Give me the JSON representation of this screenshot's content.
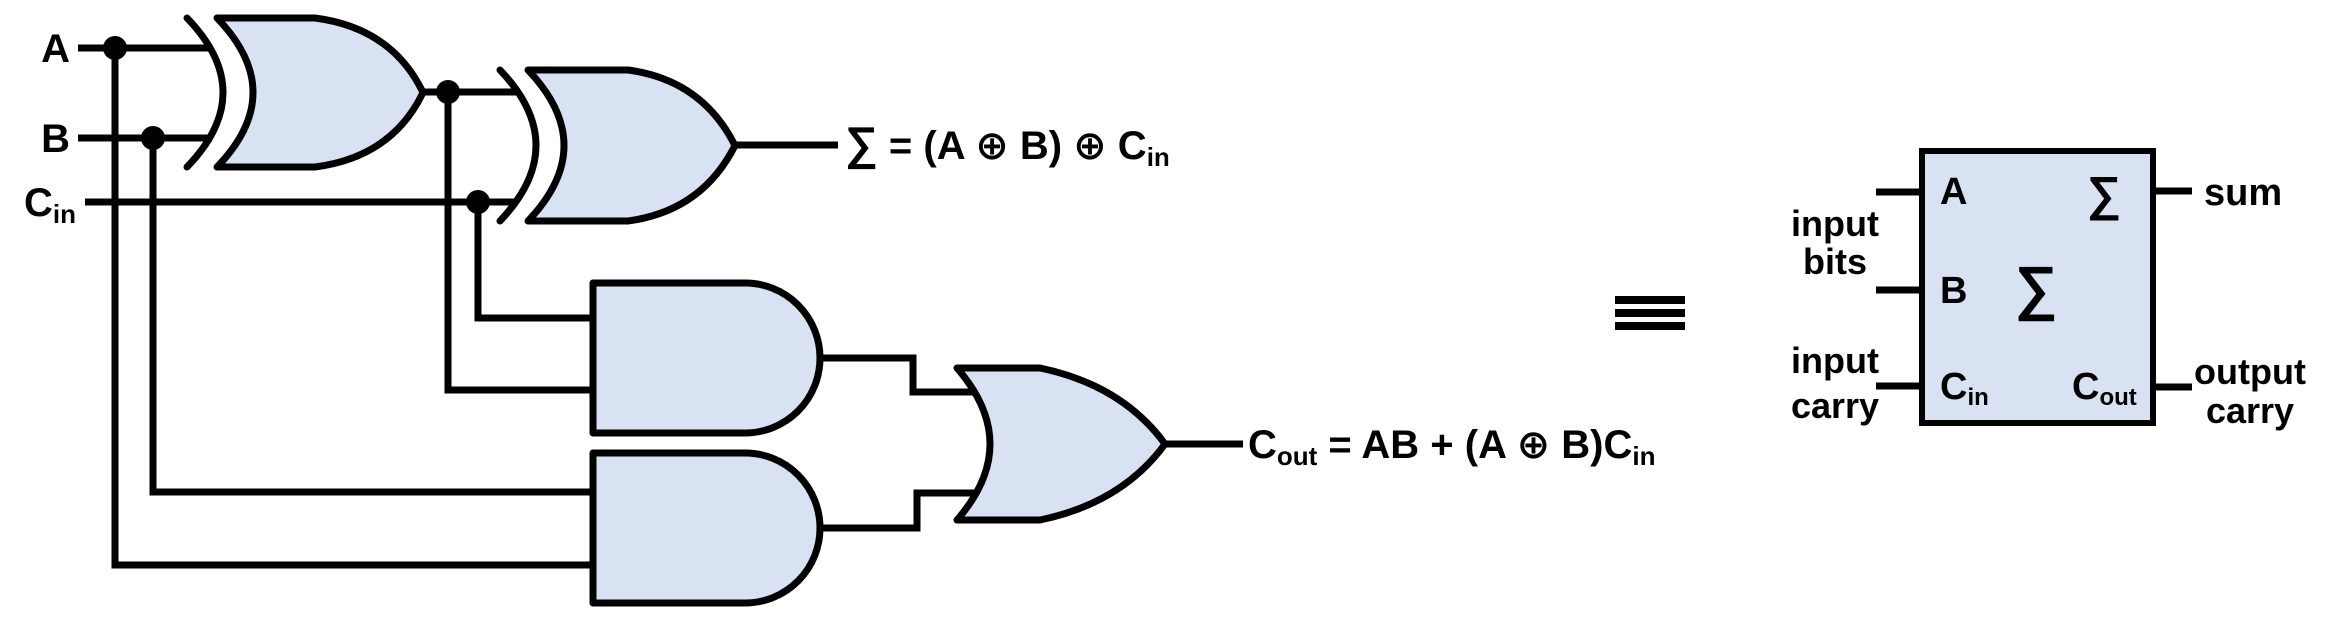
{
  "colors": {
    "background": "#ffffff",
    "gate_fill": "#d9e2f3",
    "stroke": "#000000",
    "text": "#000000"
  },
  "inputs": {
    "a_label": "A",
    "b_label": "B",
    "cin_base": "C",
    "cin_sub": "in"
  },
  "sum_equation": {
    "sigma": "∑",
    "body": " = (A ⊕ B) ⊕ C",
    "sub": "in"
  },
  "cout_equation": {
    "base": "C",
    "base_sub": "out",
    "body": " = AB + (A ⊕ B)C",
    "sub": "in"
  },
  "equivalence_symbol": "≡",
  "gates": {
    "xor1": "XOR",
    "xor2": "XOR",
    "and1": "AND",
    "and2": "AND",
    "or1": "OR"
  },
  "block": {
    "port_a": "A",
    "port_b": "B",
    "port_cin_base": "C",
    "port_cin_sub": "in",
    "port_sum_sigma": "∑",
    "center_sigma": "∑",
    "port_cout_base": "C",
    "port_cout_sub": "out",
    "left_label_top_line1": "input",
    "left_label_top_line2": "bits",
    "left_label_bottom_line1": "input",
    "left_label_bottom_line2": "carry",
    "right_label_top": "sum",
    "right_label_bottom_line1": "output",
    "right_label_bottom_line2": "carry"
  }
}
